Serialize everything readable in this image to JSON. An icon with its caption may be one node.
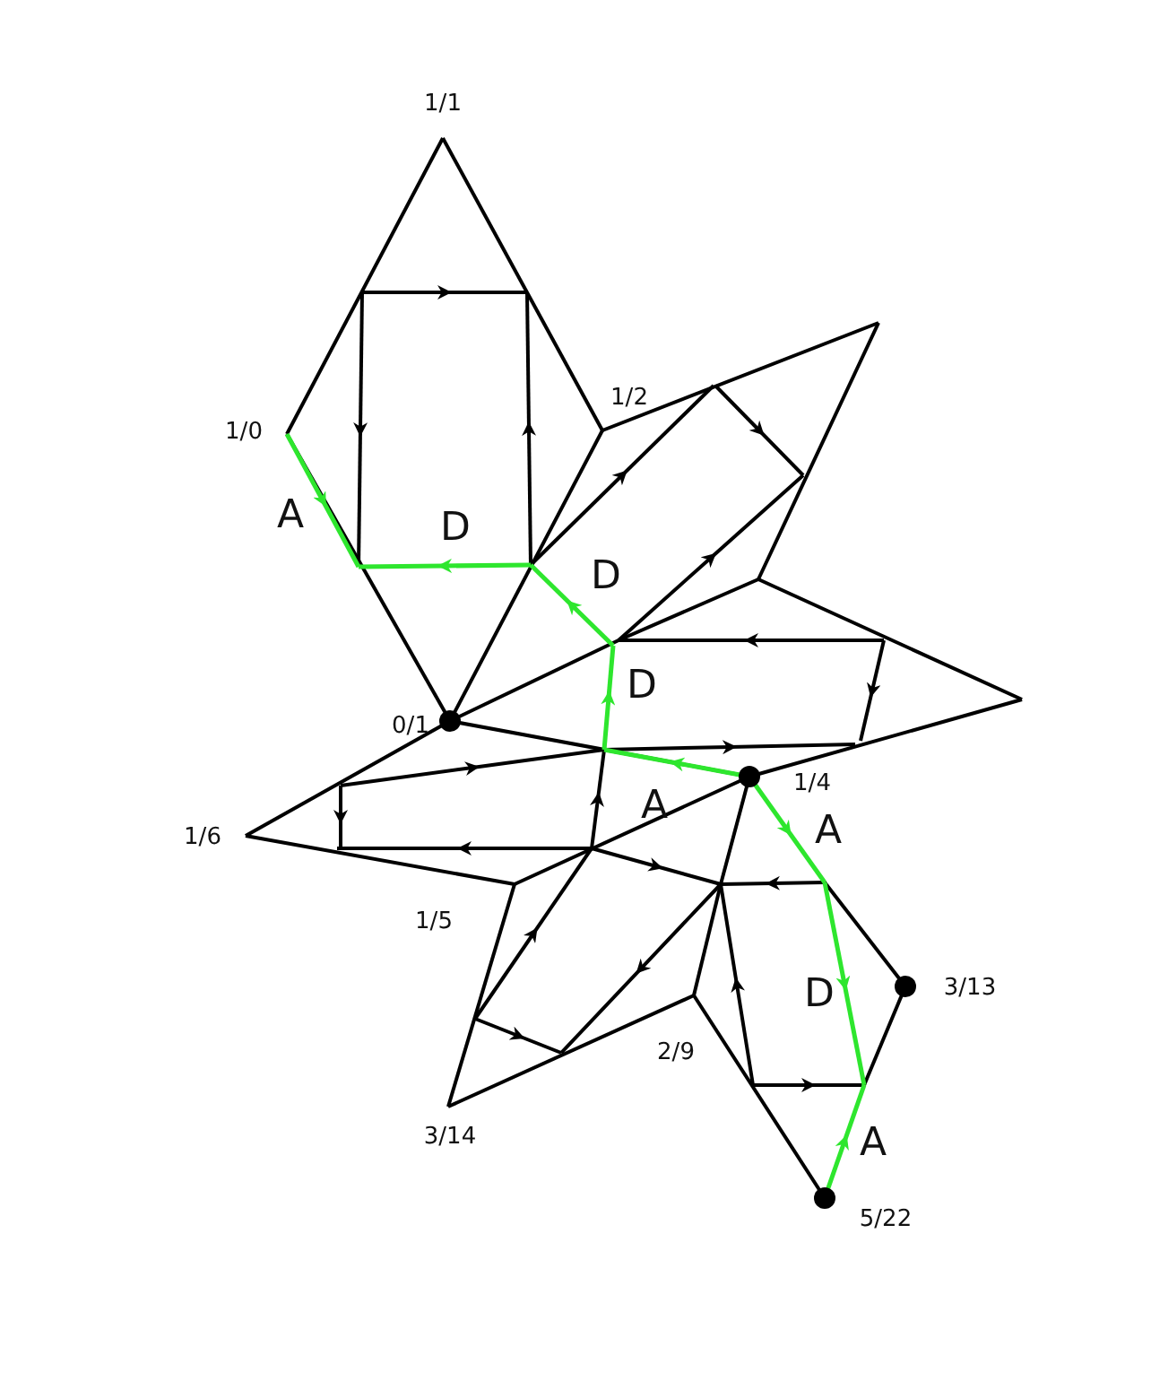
{
  "diagram": {
    "labels": [
      "1/1",
      "1/0",
      "1/2",
      "A",
      "D",
      "D",
      "D",
      "0/1",
      "1/4",
      "A",
      "A",
      "1/6",
      "1/5",
      "D",
      "3/13",
      "2/9",
      "A",
      "3/14",
      "5/22"
    ]
  }
}
